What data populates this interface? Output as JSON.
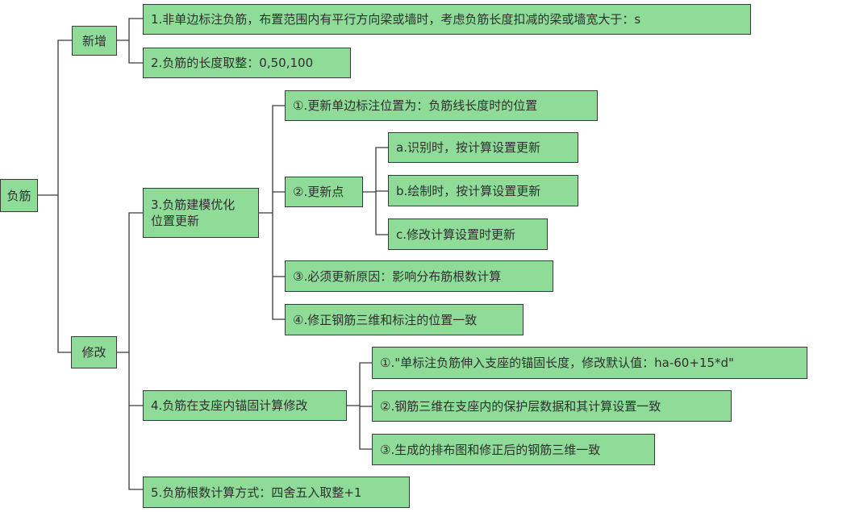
{
  "colors": {
    "node_fill": "#8fdc98",
    "node_border": "#3a3a3a",
    "line": "#3a3a3a",
    "text": "#2f2f2f"
  },
  "root": {
    "label": "负筋"
  },
  "branches": {
    "add": {
      "label": "新增",
      "items": [
        "1.非单边标注负筋，布置范围内有平行方向梁或墙时，考虑负筋长度扣减的梁或墙宽大于：s",
        "2.负筋的长度取整：0,50,100"
      ]
    },
    "modify": {
      "label": "修改",
      "item3": {
        "label": "3.负筋建模优化\n位置更新",
        "sub1": "①.更新单边标注位置为：负筋线长度时的位置",
        "sub2": {
          "label": "②.更新点",
          "children": [
            "a.识别时，按计算设置更新",
            "b.绘制时，按计算设置更新",
            "c.修改计算设置时更新"
          ]
        },
        "sub3": "③.必须更新原因：影响分布筋根数计算",
        "sub4": "④.修正钢筋三维和标注的位置一致"
      },
      "item4": {
        "label": "4.负筋在支座内锚固计算修改",
        "children": [
          "①.\"单标注负筋伸入支座的锚固长度，修改默认值：ha-60+15*d\"",
          "②.钢筋三维在支座内的保护层数据和其计算设置一致",
          "③.生成的排布图和修正后的钢筋三维一致"
        ]
      },
      "item5": {
        "label": "5.负筋根数计算方式：四舍五入取整+1"
      }
    }
  }
}
